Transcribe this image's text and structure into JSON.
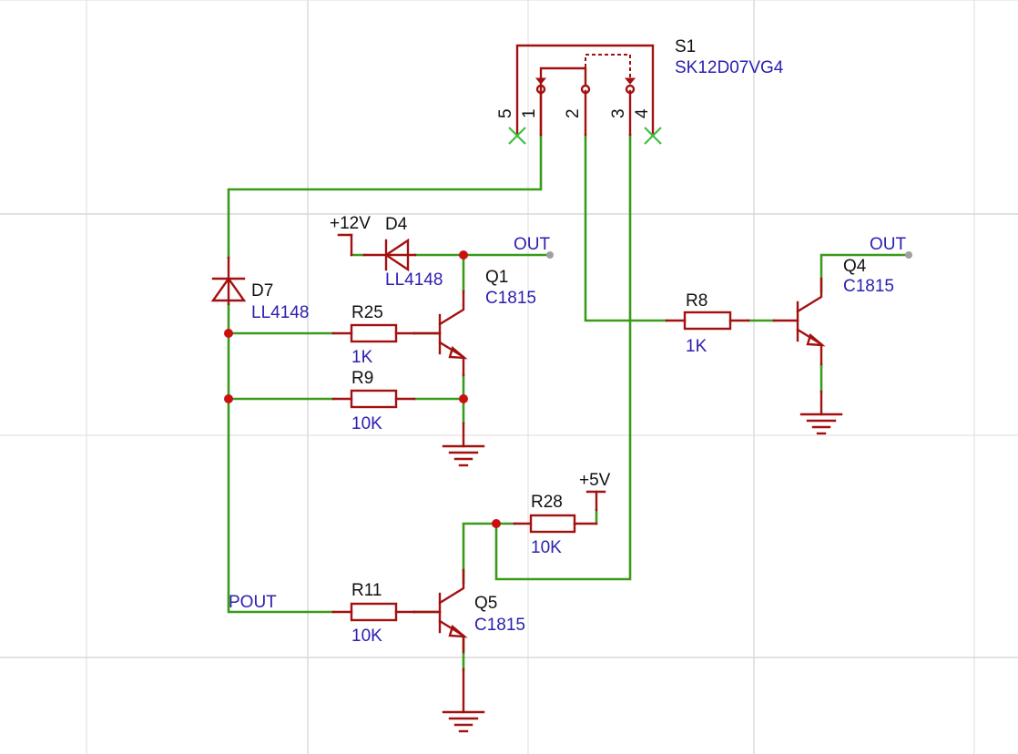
{
  "schematic": {
    "switch": {
      "designator": "S1",
      "part": "SK12D07VG4",
      "pins": [
        "5",
        "1",
        "2",
        "3",
        "4"
      ]
    },
    "q1": {
      "designator": "Q1",
      "part": "C1815"
    },
    "q4": {
      "designator": "Q4",
      "part": "C1815"
    },
    "q5": {
      "designator": "Q5",
      "part": "C1815"
    },
    "d4": {
      "designator": "D4",
      "part": "LL4148"
    },
    "d7": {
      "designator": "D7",
      "part": "LL4148"
    },
    "r25": {
      "designator": "R25",
      "value": "1K"
    },
    "r9": {
      "designator": "R9",
      "value": "10K"
    },
    "r8": {
      "designator": "R8",
      "value": "1K"
    },
    "r28": {
      "designator": "R28",
      "value": "10K"
    },
    "r11": {
      "designator": "R11",
      "value": "10K"
    },
    "power": {
      "v12": "+12V",
      "v5": "+5V"
    },
    "nets": {
      "out1": "OUT",
      "out2": "OUT",
      "pout": "POUT"
    },
    "colors": {
      "wire": "#3a9a1a",
      "symbol": "#a31010",
      "designator_text": "#111111",
      "value_text": "#2b20b0",
      "junction": "#cc1010",
      "no_connect": "#3fbf3f"
    }
  }
}
